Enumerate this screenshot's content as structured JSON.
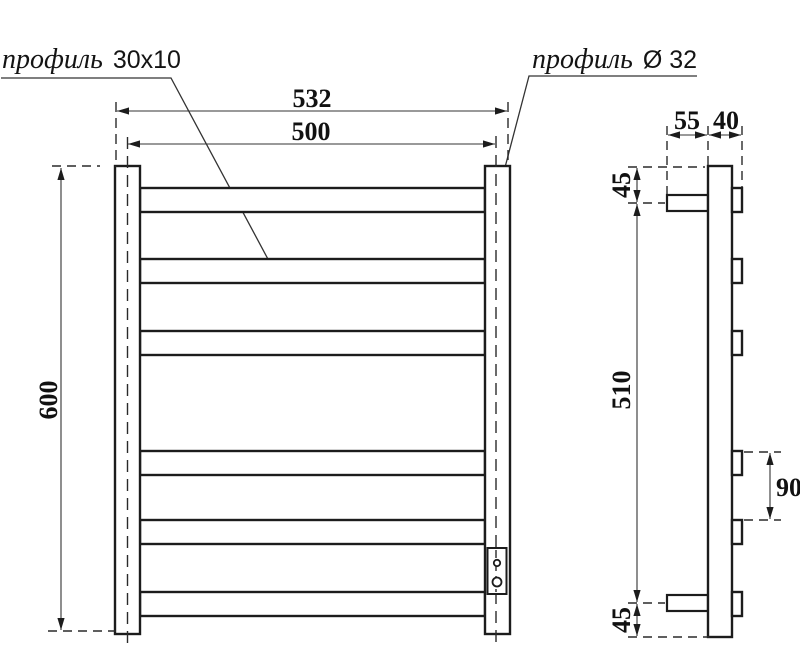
{
  "drawing_type": "towel-rail technical drawing, front and side views",
  "labels": {
    "left_profile": {
      "word": "профиль",
      "value": "30x10"
    },
    "right_profile": {
      "word": "профиль",
      "value": "Ø 32"
    }
  },
  "front_view": {
    "dim_outer_width": "532",
    "dim_center_width": "500",
    "dim_height": "600",
    "bar_count": 6
  },
  "side_view": {
    "dim_wall_offset": "55",
    "dim_depth": "40",
    "dim_top_offset": "45",
    "dim_bracket_span": "510",
    "dim_bottom_offset": "45",
    "dim_bar_gap": "90"
  },
  "colors": {
    "outline": "#1c1c1c",
    "thin_line": "#333333",
    "background": "#ffffff"
  }
}
